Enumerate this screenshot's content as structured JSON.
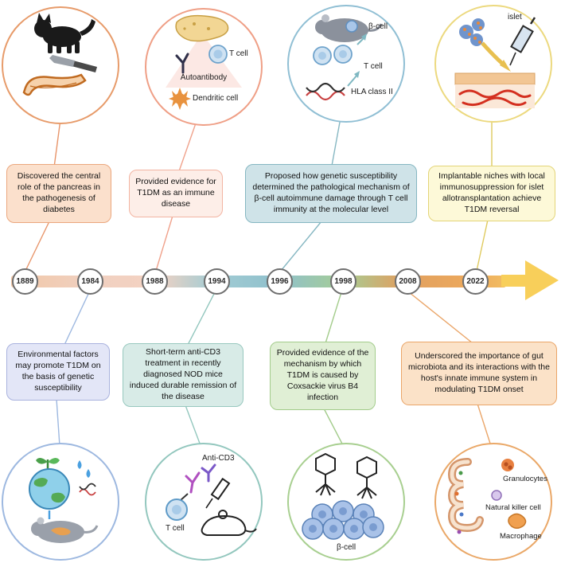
{
  "colors": {
    "timeline_arrow": "#F8CF5A",
    "top_connectors": [
      "#E8956A",
      "#F0A28C",
      "#86B7C2",
      "#DFCA5E"
    ],
    "bottom_connectors": [
      "#9DB8E0",
      "#93C7BE",
      "#A3CC8B",
      "#EAA568"
    ]
  },
  "timeline": {
    "years": [
      "1889",
      "1984",
      "1988",
      "1994",
      "1996",
      "1998",
      "2008",
      "2022"
    ]
  },
  "top_events": [
    {
      "year": "1889",
      "text": "Discovered the central role of the pancreas in the pathogenesis of diabetes"
    },
    {
      "year": "1988",
      "text": "Provided evidence for T1DM as an immune disease"
    },
    {
      "year": "1996",
      "text": "Proposed how genetic susceptibility determined the pathological mechanism of β-cell autoimmune damage through T cell immunity at the molecular level"
    },
    {
      "year": "2022",
      "text": "Implantable niches with local immunosuppression for islet allotransplantation achieve T1DM reversal"
    }
  ],
  "bottom_events": [
    {
      "year": "1984",
      "text": "Environmental factors may promote T1DM on the basis of genetic susceptibility"
    },
    {
      "year": "1994",
      "text": "Short-term anti-CD3 treatment in recently diagnosed NOD mice induced durable remission of the disease"
    },
    {
      "year": "1998",
      "text": "Provided evidence of the mechanism by which T1DM is caused by Coxsackie virus B4 infection"
    },
    {
      "year": "2008",
      "text": "Underscored the importance of gut microbiota and its interactions with the host's innate immune system in modulating T1DM onset"
    }
  ],
  "labels": {
    "immune": {
      "t_cell": "T cell",
      "autoantibody": "Autoantibody",
      "dendritic_cell": "Dendritic cell"
    },
    "genetic": {
      "beta_cell": "β-cell",
      "t_cell": "T cell",
      "hla": "HLA class II"
    },
    "islet_tx": {
      "islet": "islet"
    },
    "anti_cd3": {
      "title": "Anti-CD3",
      "t_cell": "T cell"
    },
    "virus": {
      "beta_cell": "β-cell"
    },
    "gut": {
      "granulocytes": "Granulocytes",
      "nk_cell": "Natural killer cell",
      "macrophage": "Macrophage"
    }
  }
}
